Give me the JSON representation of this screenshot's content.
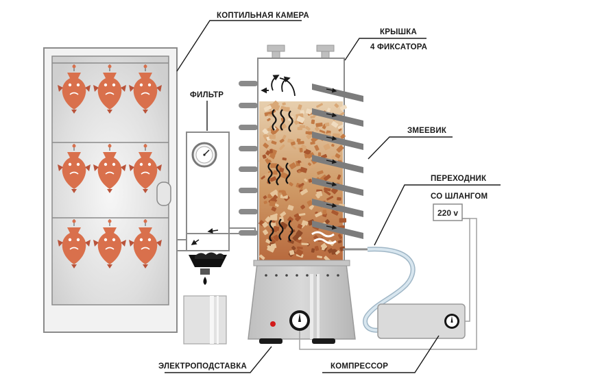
{
  "labels": {
    "smoke_chamber": "КОПТИЛЬНАЯ КАМЕРА",
    "lid_line1": "КРЫШКА",
    "lid_line2": "4 ФИКСАТОРА",
    "filter": "ФИЛЬТР",
    "coil": "ЗМЕЕВИК",
    "adapter_line1": "ПЕРЕХОДНИК",
    "adapter_line2": "СО ШЛАНГОМ",
    "voltage": "220 v",
    "electric_stand": "ЭЛЕКТРОПОДСТАВКА",
    "compressor": "КОМПРЕССОР"
  },
  "colors": {
    "fish": "#d9704c",
    "fish_dark": "#b9533a",
    "chamber_frame": "#8a8a8a",
    "chamber_fill": "#eeeeee",
    "wood_chips": "#c98a52",
    "metal": "#9a9a9a",
    "pipe": "#7a7a7a",
    "hose": "#b8ccd8",
    "indicator": "#d21a1a"
  },
  "icons": {
    "thermometer": "gauge-icon",
    "smoke": "smoke-wave-icon",
    "flow_arrow": "arrow-icon",
    "fish": "fish-icon",
    "knob": "dial-knob-icon"
  }
}
